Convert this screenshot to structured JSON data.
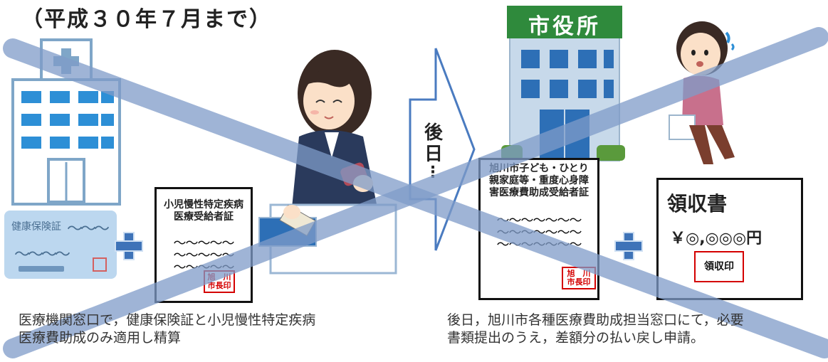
{
  "title": "（平成３０年７月まで）",
  "left": {
    "insurance_card_label": "健康保険証",
    "certificate": {
      "title_line1": "小児慢性特定疾病",
      "title_line2": "医療受給者証",
      "wave_line": "〜〜〜〜〜",
      "stamp_line1": "旭　川",
      "stamp_line2": "市長印"
    },
    "caption_line1": "医療機関窓口で，健康保険証と小児慢性特定疾病",
    "caption_line2": "医療費助成のみ適用し精算"
  },
  "arrow": {
    "label_line1": "後",
    "label_line2": "日",
    "dots": "⋮"
  },
  "right": {
    "building_sign": "市役所",
    "certificate": {
      "title_line1": "旭川市子ども・ひとり",
      "title_line2": "親家庭等・重度心身障",
      "title_line3": "害医療費助成受給者証",
      "wave_line": "〜〜〜〜〜〜〜",
      "stamp_line1": "旭　川",
      "stamp_line2": "市長印"
    },
    "receipt": {
      "title": "領収書",
      "amount": "￥◎,◎◎◎円",
      "stamp": "領収印"
    },
    "caption_line1": "後日，旭川市各種医療費助成担当窓口にて，必要",
    "caption_line2": "書類提出のうえ，差額分の払い戻し申請。"
  },
  "colors": {
    "cross": "#7f9cc9",
    "plus": "#3e73b8",
    "stamp": "#d40000",
    "building_sign_bg": "#2f8a3c",
    "window_blue": "#2d6fb6"
  }
}
